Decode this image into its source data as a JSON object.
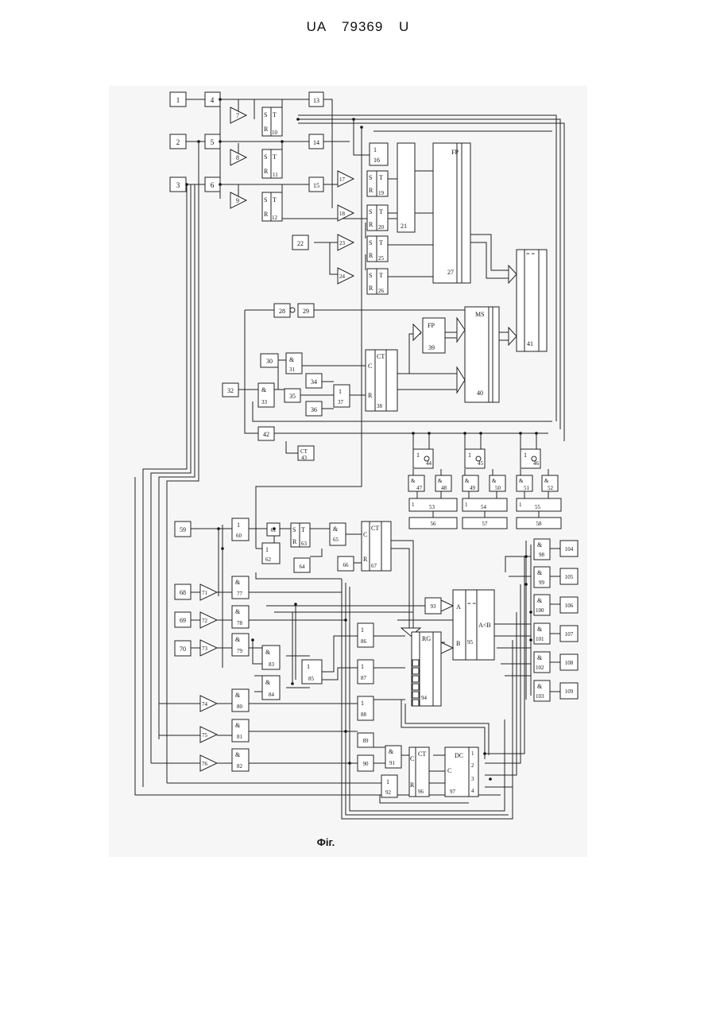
{
  "header": {
    "doc_id": "UA   79369   U"
  },
  "caption": "Фіг.",
  "blocks": {
    "b1": "1",
    "b2": "2",
    "b3": "3",
    "b4": "4",
    "b5": "5",
    "b6": "6",
    "b7": "7",
    "b8": "8",
    "b9": "9",
    "b10": "10",
    "b11": "11",
    "b12": "12",
    "b13": "13",
    "b14": "14",
    "b15": "15",
    "b16": "16",
    "b17": "17",
    "b18": "18",
    "b19": "19",
    "b20": "20",
    "b21": "21",
    "b22": "22",
    "b23": "23",
    "b24": "24",
    "b25": "25",
    "b26": "26",
    "b27": "27",
    "b28": "28",
    "b29": "29",
    "b30": "30",
    "b31": "31",
    "b32": "32",
    "b33": "33",
    "b34": "34",
    "b35": "35",
    "b36": "36",
    "b37": "37",
    "b38": "38",
    "b39": "39",
    "b40": "40",
    "b41": "41",
    "b42": "42",
    "b43": "43",
    "b44": "44",
    "b45": "45",
    "b46": "46",
    "b47": "47",
    "b48": "48",
    "b49": "49",
    "b50": "50",
    "b51": "51",
    "b52": "52",
    "b53": "53",
    "b54": "54",
    "b55": "55",
    "b56": "56",
    "b57": "57",
    "b58": "58",
    "b59": "59",
    "b60": "60",
    "b61": "61",
    "b62": "62",
    "b63": "63",
    "b64": "64",
    "b65": "65",
    "b66": "66",
    "b67": "67",
    "b68": "68",
    "b69": "69",
    "b70": "70",
    "b71": "71",
    "b72": "72",
    "b73": "73",
    "b74": "74",
    "b75": "75",
    "b76": "76",
    "b77": "77",
    "b78": "78",
    "b79": "79",
    "b80": "80",
    "b81": "81",
    "b82": "82",
    "b83": "83",
    "b84": "84",
    "b85": "85",
    "b86": "86",
    "b87": "87",
    "b88": "88",
    "b89": "89",
    "b90": "90",
    "b91": "91",
    "b92": "92",
    "b93": "93",
    "b94": "94",
    "b95": "95",
    "b96": "96",
    "b97": "97",
    "b98": "98",
    "b99": "99",
    "b100": "100",
    "b101": "101",
    "b102": "102",
    "b103": "103",
    "b104": "104",
    "b105": "105",
    "b106": "106",
    "b107": "107",
    "b108": "108",
    "b109": "109"
  },
  "symbols": {
    "and": "&",
    "or": "1",
    "set": "S",
    "reset": "R",
    "trigger": "T",
    "counter": "CT",
    "clock": "C",
    "register": "RG",
    "decoder": "DC",
    "fp": "FP",
    "ms": "MS",
    "eq": "= =",
    "comp_a": "A",
    "comp_b": "B",
    "a_lt_b": "A<B",
    "ctl": "CT",
    "xor": "1",
    "d1": "1",
    "d2": "2",
    "d3": "3",
    "d4": "4"
  }
}
